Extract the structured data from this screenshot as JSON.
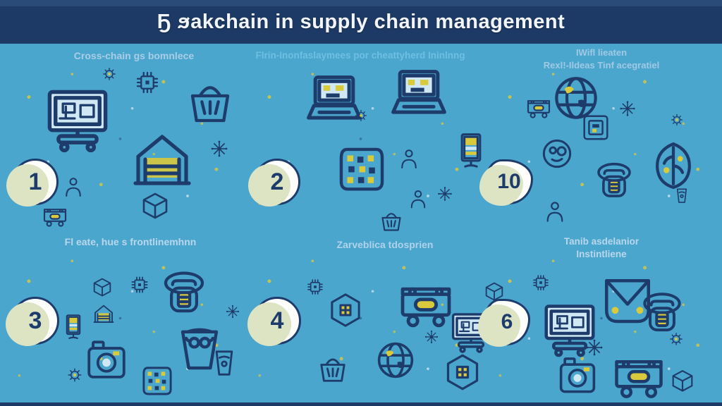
{
  "title": "Ҕ ϧakchain in supply chain management",
  "colors": {
    "background": "#4BA6CD",
    "header_bar": "#1D3A66",
    "doodle_outline": "#1E3C6B",
    "accent_yellow": "#D9C93C",
    "accent_light_blue": "#CFE8F4",
    "badge_fill": "#FDFDFB",
    "badge_crescent": "#DDE4C4",
    "header_text": "#A9CDE6"
  },
  "panels": [
    {
      "badge": "1",
      "badge_shape": "circle",
      "header_lines": [
        "Cross-chain gs bomnlece"
      ],
      "icons": [
        "circuit-monitor-icon",
        "chip-icon",
        "shopping-basket-icon",
        "warehouse-icon",
        "gear-icon",
        "package-cube-icon",
        "person-icon",
        "network-node-icon",
        "cart-icon"
      ]
    },
    {
      "badge": "2",
      "badge_shape": "circle",
      "header_lines": [
        "Flrin-Inonfaslaymees por cheattyherd Ininlnng"
      ],
      "icons": [
        "laptop-icon",
        "laptop-icon",
        "parts-crate-icon",
        "kiosk-display-icon",
        "person-icon",
        "person-icon",
        "gear-icon",
        "shopping-basket-icon",
        "network-node-icon"
      ]
    },
    {
      "badge": "10",
      "badge_shape": "blob",
      "header_lines": [
        "IWifl lieaten",
        "Rexl!-Ildeas Tinf acegratiel"
      ],
      "icons": [
        "globe-icon",
        "framed-screen-icon",
        "face-doodle-icon",
        "service-kiosk-icon",
        "brain-leaf-icon",
        "network-node-icon",
        "cart-icon",
        "gear-icon",
        "person-icon",
        "cup-icon"
      ]
    },
    {
      "badge": "3",
      "badge_shape": "circle",
      "header_lines": [
        "Fl eate, hue s frontlinemhnn"
      ],
      "icons": [
        "service-kiosk-icon",
        "package-cube-icon",
        "chip-icon",
        "warehouse-icon",
        "lectern-icon",
        "appliance-icon",
        "cup-icon",
        "parts-crate-icon",
        "door-panel-icon",
        "gear-icon",
        "network-node-icon"
      ]
    },
    {
      "badge": "4",
      "badge_shape": "circle",
      "header_lines": [
        "Zarveblica tdosprien"
      ],
      "icons": [
        "hex-package-icon",
        "chip-icon",
        "cart-icon",
        "circuit-monitor-icon",
        "globe-icon",
        "hex-package-icon",
        "shopping-basket-icon",
        "network-node-icon",
        "package-cube-icon"
      ]
    },
    {
      "badge": "6",
      "badge_shape": "blob",
      "header_lines": [
        "Tanib asdelanior",
        "Instintliene"
      ],
      "icons": [
        "open-envelope-icon",
        "chip-icon",
        "circuit-monitor-icon",
        "service-kiosk-icon",
        "network-node-icon",
        "appliance-icon",
        "cart-icon",
        "gear-icon",
        "package-cube-icon"
      ]
    }
  ]
}
